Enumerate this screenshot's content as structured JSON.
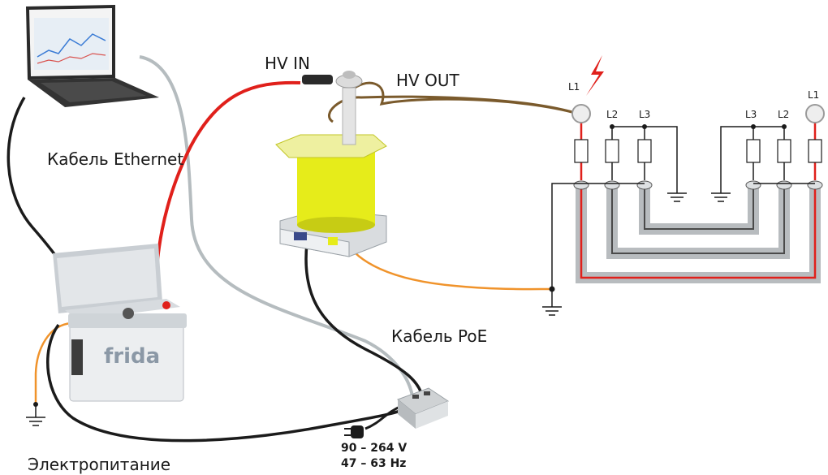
{
  "labels": {
    "hv_in": "HV IN",
    "hv_out": "HV OUT",
    "ethernet_cable": "Кабель Ethernet",
    "poe_cable": "Кабель PoE",
    "power_supply": "Электропитание",
    "voltage": "90 – 264 V",
    "frequency": "47 – 63 Hz",
    "device_brand": "frida"
  },
  "phases": {
    "left_l1": "L1",
    "left_l2": "L2",
    "left_l3": "L3",
    "right_l3": "L3",
    "right_l2": "L2",
    "right_l1": "L1"
  },
  "colors": {
    "hv_cable": "#e0201b",
    "ground_cable": "#f0932b",
    "hv_out_cable": "#7a5a2c",
    "ethernet_cable": "#b5bcbf",
    "black_cable": "#1b1b1b",
    "transformer": "#e6ec1a",
    "lightning": "#e0201b"
  },
  "icons": {
    "strike": "lightning-icon",
    "ground": "ground-icon",
    "plug": "plug-icon"
  }
}
